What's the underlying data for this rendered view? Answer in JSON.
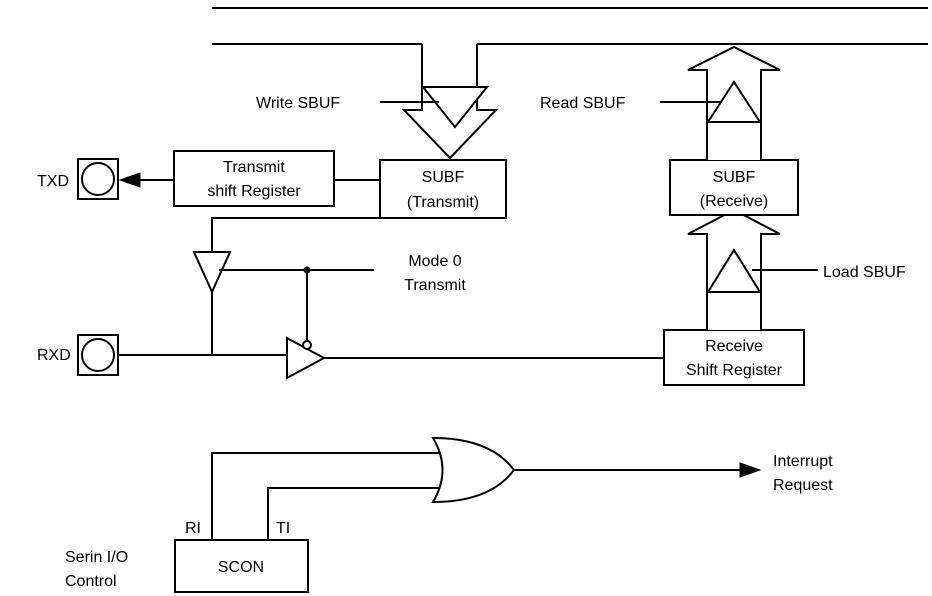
{
  "labels": {
    "write_sbuf": "Write SBUF",
    "read_sbuf": "Read SBUF",
    "load_sbuf": "Load SBUF",
    "txd": "TXD",
    "rxd": "RXD",
    "tx_shift_l1": "Transmit",
    "tx_shift_l2": "shift Register",
    "sbuf_tx_l1": "SUBF",
    "sbuf_tx_l2": "(Transmit)",
    "sbuf_rx_l1": "SUBF",
    "sbuf_rx_l2": "(Receive)",
    "rx_shift_l1": "Receive",
    "rx_shift_l2": "Shift Register",
    "mode0_l1": "Mode 0",
    "mode0_l2": "Transmit",
    "interrupt_l1": "Interrupt",
    "interrupt_l2": "Request",
    "ri": "RI",
    "ti": "TI",
    "scon": "SCON",
    "serial_ctrl_l1": "Serin I/O",
    "serial_ctrl_l2": "Control"
  }
}
